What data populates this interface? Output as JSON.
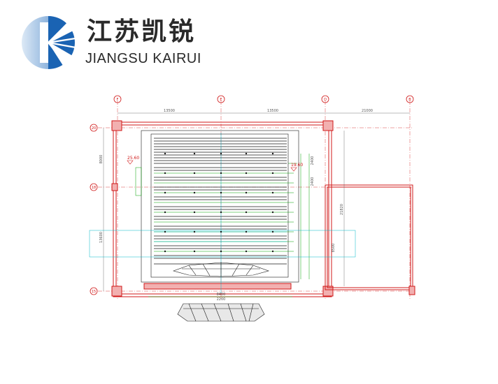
{
  "brand": {
    "name_cn": "江苏凯锐",
    "name_en": "JIANGSU KAIRUI",
    "colors": {
      "primary": "#1a63b3",
      "accent": "#c2d8ee",
      "text": "#2a2a2a"
    }
  },
  "drawing": {
    "column_axes": [
      "F",
      "E",
      "D",
      "B"
    ],
    "row_axes": [
      "20",
      "18",
      "15"
    ],
    "top_dimensions": [
      "13500",
      "13500",
      "21000"
    ],
    "left_dimensions": [
      "8000",
      "13600"
    ],
    "right_dimensions": [
      "2400",
      "2400",
      "21820",
      "8500"
    ],
    "levels": [
      "25.60",
      "19.60"
    ],
    "bottom_dimensions": [
      "8400",
      "2200"
    ],
    "colors": {
      "wall": "#d01818",
      "equipment": "#1a1a1a",
      "dimension": "#00a000",
      "grid": "#00b8c8"
    }
  }
}
